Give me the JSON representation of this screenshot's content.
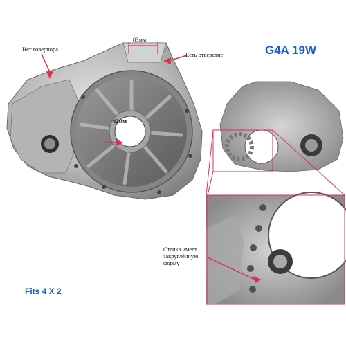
{
  "header": {
    "title": "G4A 19W"
  },
  "footer": {
    "fits": "Fits 4 X 2"
  },
  "annotations": {
    "no_governor": "Нет говернора",
    "has_hole": "Есть отверстие",
    "dim_83": "83мм",
    "dim_42": "42мм",
    "wall_rounded": [
      "Стенка имеет",
      "закруглённую",
      "форму"
    ]
  },
  "colors": {
    "title": "#1f5fd0",
    "arrow": "#d8324f",
    "callout": "#d8324f",
    "metal_light": "#c9c9c9",
    "metal_dark": "#6e6e6e"
  }
}
